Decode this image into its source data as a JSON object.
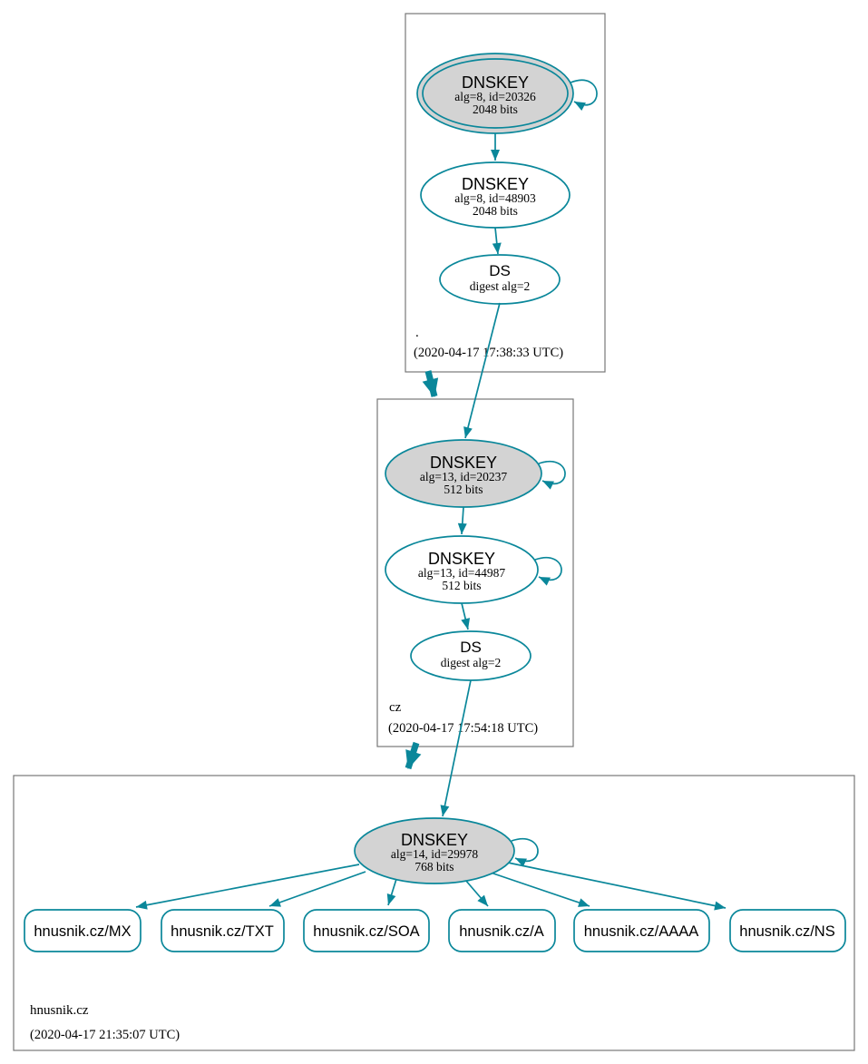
{
  "colors": {
    "secure": "#0a879a",
    "node_fill": "#d3d3d3",
    "box_border": "#777777",
    "text": "#000000"
  },
  "zones": {
    "root": {
      "label": ".",
      "timestamp": "(2020-04-17 17:38:33 UTC)",
      "ksk": {
        "title": "DNSKEY",
        "meta": "alg=8, id=20326",
        "bits": "2048 bits"
      },
      "zsk": {
        "title": "DNSKEY",
        "meta": "alg=8, id=48903",
        "bits": "2048 bits"
      },
      "ds": {
        "title": "DS",
        "meta": "digest alg=2"
      }
    },
    "cz": {
      "label": "cz",
      "timestamp": "(2020-04-17 17:54:18 UTC)",
      "ksk": {
        "title": "DNSKEY",
        "meta": "alg=13, id=20237",
        "bits": "512 bits"
      },
      "zsk": {
        "title": "DNSKEY",
        "meta": "alg=13, id=44987",
        "bits": "512 bits"
      },
      "ds": {
        "title": "DS",
        "meta": "digest alg=2"
      }
    },
    "hnusnik": {
      "label": "hnusnik.cz",
      "timestamp": "(2020-04-17 21:35:07 UTC)",
      "dnskey": {
        "title": "DNSKEY",
        "meta": "alg=14, id=29978",
        "bits": "768 bits"
      },
      "rrsets": [
        {
          "label": "hnusnik.cz/MX"
        },
        {
          "label": "hnusnik.cz/TXT"
        },
        {
          "label": "hnusnik.cz/SOA"
        },
        {
          "label": "hnusnik.cz/A"
        },
        {
          "label": "hnusnik.cz/AAAA"
        },
        {
          "label": "hnusnik.cz/NS"
        }
      ]
    }
  }
}
